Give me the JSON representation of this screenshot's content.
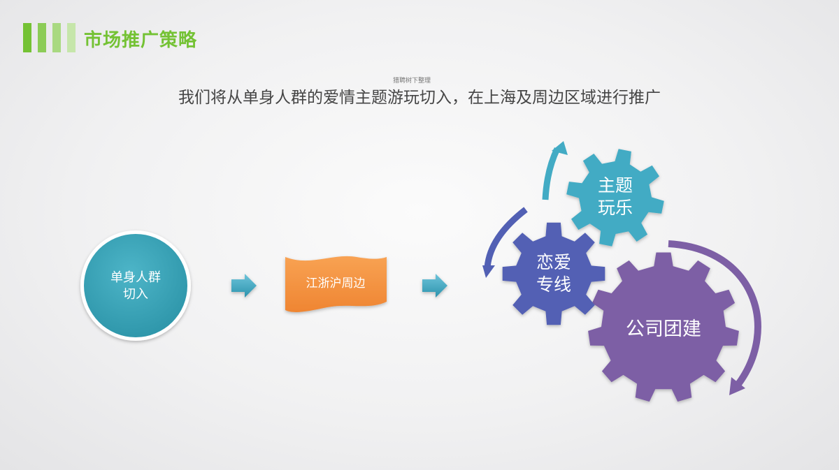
{
  "header": {
    "title": "市场推广策略",
    "bar_colors": [
      "#74c234",
      "#8ccc57",
      "#a9d981",
      "#c6e6aa"
    ]
  },
  "subtitle": {
    "note": "猎聘树下整理",
    "text": "我们将从单身人群的爱情主题游玩切入，在上海及周边区域进行推广"
  },
  "flow": {
    "step1": {
      "line1": "单身人群",
      "line2": "切入",
      "color": "#3aa3b6"
    },
    "step2": {
      "label": "江浙沪周边",
      "color": "#f49343"
    },
    "arrow_color": "#3aa4c1"
  },
  "gears": [
    {
      "id": "theme",
      "line1": "主题",
      "line2": "玩乐",
      "color": "#43abc4"
    },
    {
      "id": "love",
      "line1": "恋爱",
      "line2": "专线",
      "color": "#5260b4"
    },
    {
      "id": "team",
      "label": "公司团建",
      "color": "#7d5fa5"
    }
  ],
  "icons": [
    "arrow-right-icon",
    "curved-arrow-icon",
    "gear-icon"
  ]
}
